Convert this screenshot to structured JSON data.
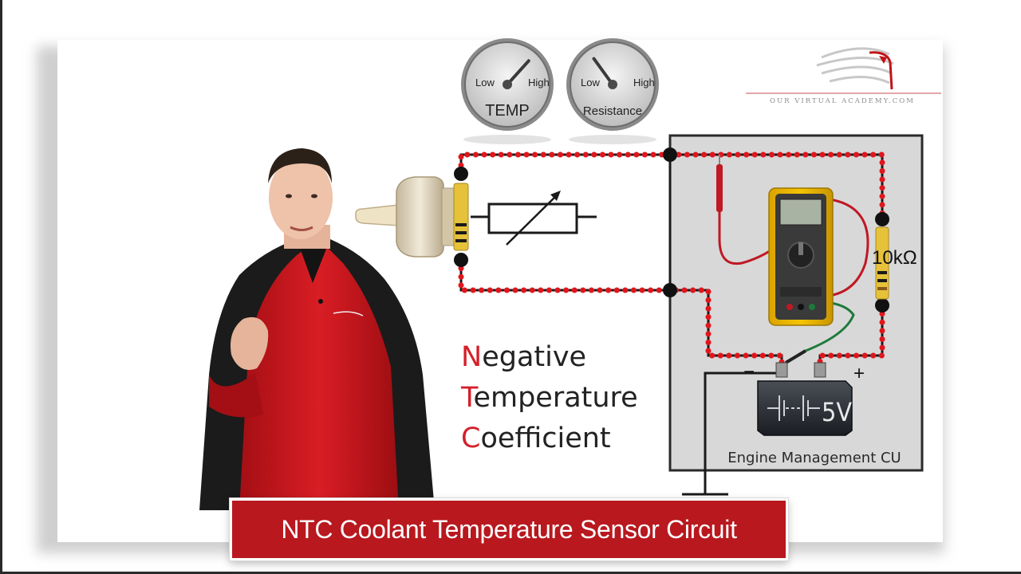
{
  "gauges": [
    {
      "low": "Low",
      "high": "High",
      "title": "TEMP",
      "level": 0.85
    },
    {
      "low": "Low",
      "high": "High",
      "title": "Resistance",
      "level": 0.2
    }
  ],
  "logo": {
    "text": "OUR VIRTUAL ACADEMY.COM"
  },
  "circuit": {
    "resistor_label": "10kΩ",
    "battery_label": "5V",
    "minus": "−",
    "plus": "+",
    "cu_label": "Engine Management CU"
  },
  "ntc": [
    {
      "initial": "N",
      "rest": "egative"
    },
    {
      "initial": "T",
      "rest": "emperature"
    },
    {
      "initial": "C",
      "rest": "oefficient"
    }
  ],
  "caption": "NTC Coolant Temperature Sensor Circuit",
  "colors": {
    "accent": "#b8181e",
    "initial": "#d4202a",
    "wire_dot": "#e0161c",
    "jacket": "#c8161c"
  }
}
